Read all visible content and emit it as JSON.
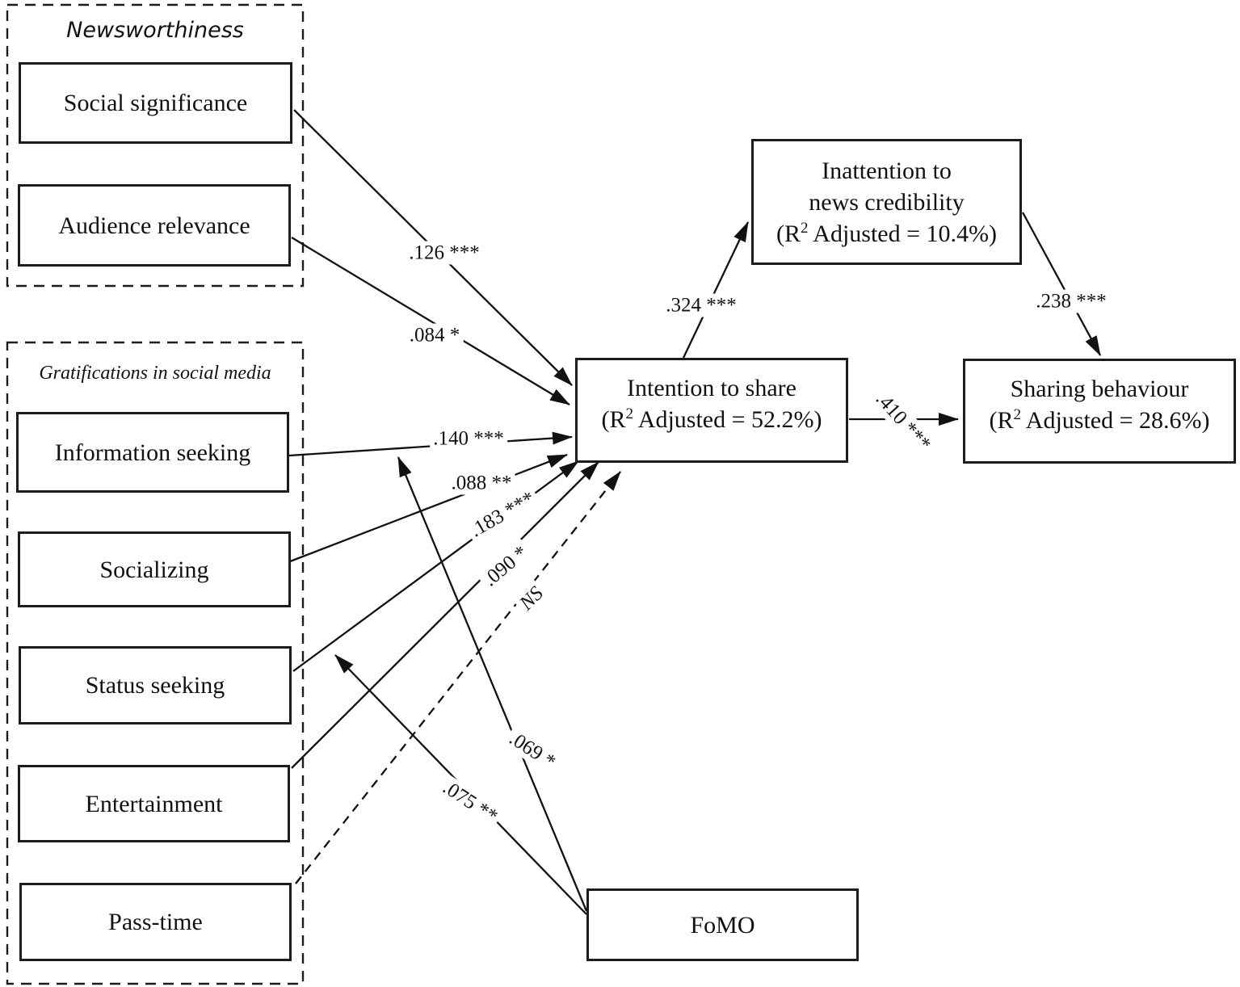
{
  "diagram": {
    "groups": {
      "newsworthiness": {
        "title": "Newsworthiness"
      },
      "gratifications": {
        "title": "Gratifications in social media"
      }
    },
    "nodes": {
      "social-significance": {
        "label": "Social significance"
      },
      "audience-relevance": {
        "label": "Audience relevance"
      },
      "information-seeking": {
        "label": "Information seeking"
      },
      "socializing": {
        "label": "Socializing"
      },
      "status-seeking": {
        "label": "Status seeking"
      },
      "entertainment": {
        "label": "Entertainment"
      },
      "pass-time": {
        "label": "Pass-time"
      },
      "fomo": {
        "label": "FoMO"
      },
      "intention": {
        "label": "Intention to share",
        "stat_pre": "(R",
        "stat_sup": "2",
        "stat_post": " Adjusted = 52.2%)"
      },
      "inattention": {
        "label": "Inattention to",
        "label2": "news credibility",
        "stat_pre": "(R",
        "stat_sup": "2",
        "stat_post": " Adjusted = 10.4%)"
      },
      "sharing": {
        "label": "Sharing behaviour",
        "stat_pre": "(R",
        "stat_sup": "2",
        "stat_post": " Adjusted = 28.6%)"
      }
    },
    "edges": {
      "social-intention": {
        "label": ".126 ***"
      },
      "audience-intention": {
        "label": ".084 *"
      },
      "infoseek-intention": {
        "label": ".140 ***"
      },
      "socializing-intention": {
        "label": ".088 **"
      },
      "status-intention": {
        "label": ".183 ***"
      },
      "entertainment-intention": {
        "label": ".090 *"
      },
      "passtime-intention": {
        "label": "NS"
      },
      "fomo-infoseek-path": {
        "label": ".069 *"
      },
      "fomo-status-path": {
        "label": ".075 **"
      },
      "intention-inattention": {
        "label": ".324 ***"
      },
      "inattention-sharing": {
        "label": ".238 ***"
      },
      "intention-sharing": {
        "label": ".410 ***"
      }
    }
  }
}
